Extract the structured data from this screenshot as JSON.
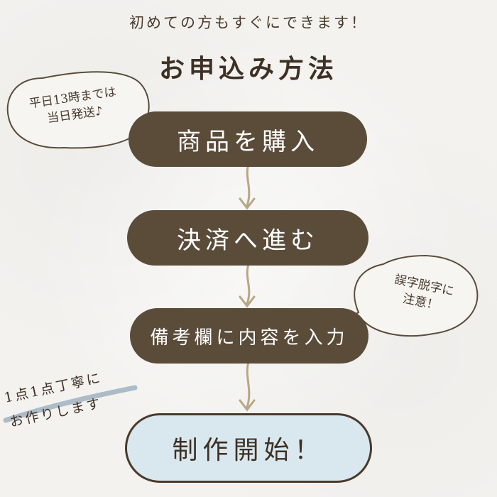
{
  "subtitle": "初めての方もすぐにできます！",
  "title": "お申込み方法",
  "steps": [
    {
      "label": "商品を購入"
    },
    {
      "label": "決済へ進む"
    },
    {
      "label": "備考欄に内容を入力"
    }
  ],
  "final_step": {
    "label": "制作開始！"
  },
  "bubbles": {
    "shipping": {
      "line1": "平日13時までは",
      "line2": "当日発送♪"
    },
    "typo": {
      "line1": "誤字脱字に",
      "line2": "注意！"
    }
  },
  "note": {
    "line1": "1点1点丁寧に",
    "line2": "お作りします"
  },
  "colors": {
    "step_fill": "#5b4c3a",
    "final_fill": "#d9e8ee",
    "text": "#4a3a2c",
    "arrow": "#b8a684",
    "brush": "#9fb2c0"
  }
}
